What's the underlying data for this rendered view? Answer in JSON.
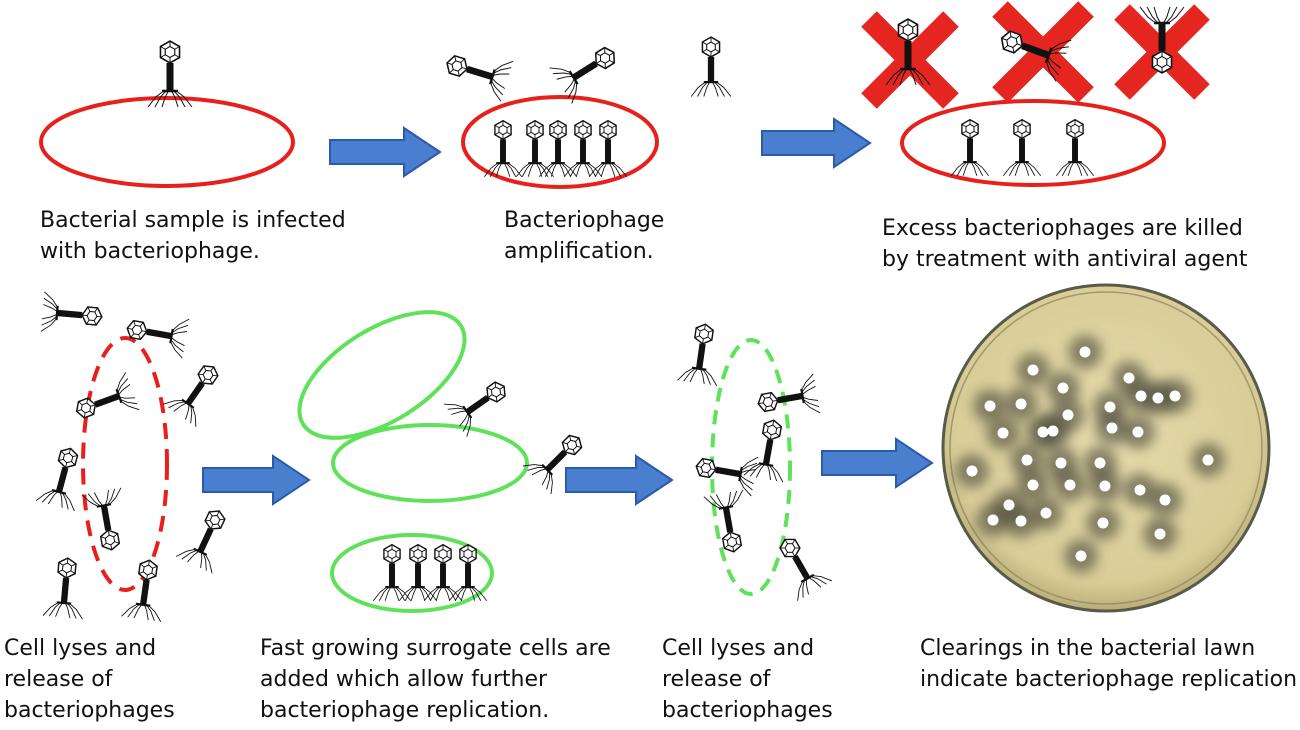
{
  "steps": [
    {
      "id": "infection",
      "caption": "Bacterial sample is infected\nwith bacteriophage."
    },
    {
      "id": "amplification",
      "caption": "Bacteriophage\namplification."
    },
    {
      "id": "antiviral",
      "caption": "Excess bacteriophages are killed\nby treatment with antiviral agent"
    },
    {
      "id": "lysis-1",
      "caption": "Cell lyses and\nrelease of\nbacteriophages"
    },
    {
      "id": "surrogate",
      "caption": "Fast growing surrogate cells are\nadded which allow further\nbacteriophage replication."
    },
    {
      "id": "lysis-2",
      "caption": "Cell lyses and\nrelease of\nbacteriophages"
    },
    {
      "id": "plaques",
      "caption": "Clearings in the bacterial lawn\nindicate bacteriophage replication"
    }
  ],
  "colors": {
    "infected_cell": "#e8201c",
    "surrogate_cell": "#5fe15a",
    "arrow_fill": "#4a7fd0",
    "arrow_stroke": "#2a5aa8",
    "kill_cross": "#e52620",
    "dish_fill": "#d9cf9c",
    "dish_rim": "#5a5a48",
    "plaque_shadow": "#3a3a30"
  }
}
